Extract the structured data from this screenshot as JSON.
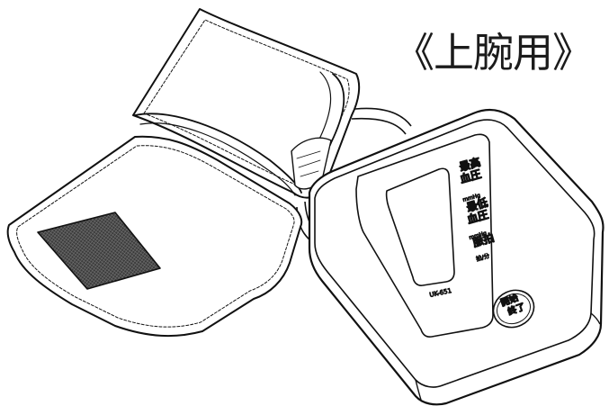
{
  "caption": "《上腕用》",
  "device": {
    "label_systolic": "最高\n血圧",
    "unit_systolic": "mmHg",
    "label_diastolic": "最低\n血圧",
    "unit_diastolic": "mmHg",
    "label_pulse": "脈拍",
    "unit_pulse": "拍/分",
    "model": "UK-651",
    "button_label": "開始\n終了"
  },
  "colors": {
    "line": "#111111",
    "fill": "#ffffff",
    "hook_loop_patch": "#2b2b2b"
  },
  "icons": {
    "cuff": "arm-cuff-drawing",
    "monitor": "blood-pressure-monitor-drawing",
    "button": "start-stop-button"
  }
}
